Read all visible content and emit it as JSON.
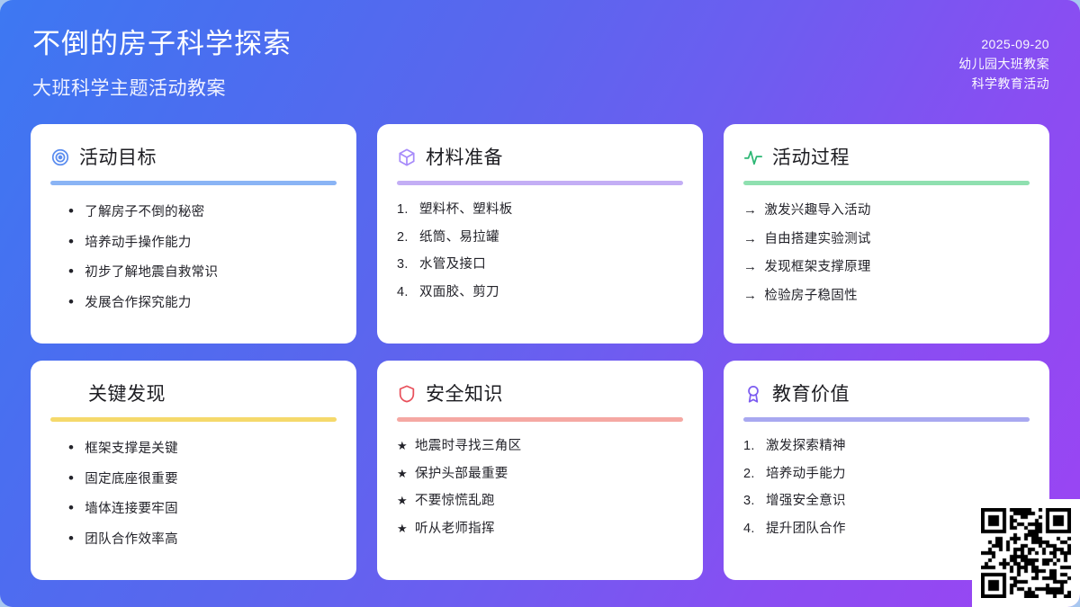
{
  "header": {
    "title": "不倒的房子科学探索",
    "subtitle": "大班科学主题活动教案",
    "meta": [
      "2025-09-20",
      "幼儿园大班教案",
      "科学教育活动"
    ]
  },
  "theme": {
    "bg_gradient_start": "#3d78f2",
    "bg_gradient_end": "#9c44f3",
    "card_bg": "#ffffff",
    "title_color": "#ffffff",
    "body_text": "#23232a"
  },
  "cards": [
    {
      "title": "活动目标",
      "icon": "target-icon",
      "icon_color": "#5b8def",
      "accent_color": "#8ab4f5",
      "marker": "dot",
      "items": [
        "了解房子不倒的秘密",
        "培养动手操作能力",
        "初步了解地震自救常识",
        "发展合作探究能力"
      ]
    },
    {
      "title": "材料准备",
      "icon": "box-icon",
      "icon_color": "#a78bfa",
      "accent_color": "#c3aef5",
      "marker": "number",
      "items": [
        "塑料杯、塑料板",
        "纸筒、易拉罐",
        "水管及接口",
        "双面胶、剪刀"
      ]
    },
    {
      "title": "活动过程",
      "icon": "activity-pulse-icon",
      "icon_color": "#2bb673",
      "accent_color": "#8fe0b0",
      "marker": "arrow",
      "items": [
        "激发兴趣导入活动",
        "自由搭建实验测试",
        "发现框架支撑原理",
        "检验房子稳固性"
      ]
    },
    {
      "title": "关键发现",
      "icon": "",
      "icon_color": "",
      "accent_color": "#f5d96b",
      "marker": "dot",
      "items": [
        "框架支撑是关键",
        "固定底座很重要",
        "墙体连接要牢固",
        "团队合作效率高"
      ]
    },
    {
      "title": "安全知识",
      "icon": "shield-icon",
      "icon_color": "#e8505b",
      "accent_color": "#f5a8a3",
      "marker": "star",
      "items": [
        "地震时寻找三角区",
        "保护头部最重要",
        "不要惊慌乱跑",
        "听从老师指挥"
      ]
    },
    {
      "title": "教育价值",
      "icon": "award-icon",
      "icon_color": "#7c5cf0",
      "accent_color": "#a8a8f0",
      "marker": "number",
      "items": [
        "激发探索精神",
        "培养动手能力",
        "增强安全意识",
        "提升团队合作"
      ]
    }
  ],
  "qr_code": {
    "name": "qr-code",
    "modules": 25
  }
}
